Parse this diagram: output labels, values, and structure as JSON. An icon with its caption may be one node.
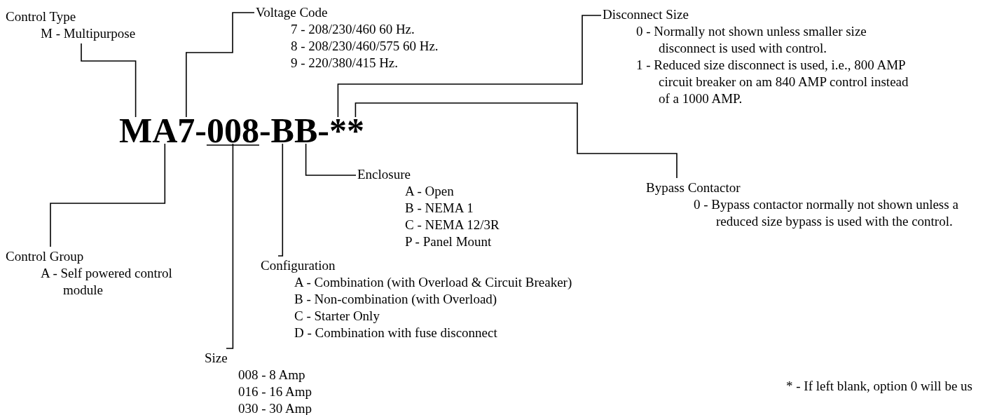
{
  "diagram": {
    "nodes": [
      {
        "text": [
          "Control Type",
          "M - Multipurpose"
        ]
      },
      {
        "text": [
          "Voltage Code",
          "7 - 208/230/460 60 Hz.",
          "8 - 208/230/460/575 60 Hz.",
          "9 - 220/380/415 Hz."
        ]
      },
      {
        "text": [
          "Disconnect Size",
          "0 - Normally not shown unless smaller size disconnect is used with control.",
          "1 - Reduced size disconnect is used, i.e., 800 AMP circuit breaker on am 840 AMP control instead of a 1000 AMP."
        ]
      },
      {
        "text": [
          "MA7-008-BB-**"
        ]
      },
      {
        "text": [
          "Enclosure",
          "A - Open",
          "B - NEMA 1",
          "C - NEMA 12/3R",
          "P - Panel Mount"
        ]
      },
      {
        "text": [
          "Bypass Contactor",
          "0 - Bypass contactor normally not shown unless a reduced size bypass is used with the control."
        ]
      },
      {
        "text": [
          "Control Group",
          "A - Self powered control module"
        ]
      },
      {
        "text": [
          "Configuration",
          "A - Combination (with Overload & Circuit Breaker)",
          "B - Non-combination (with Overload)",
          "C - Starter Only",
          "D - Combination with fuse disconnect"
        ]
      },
      {
        "text": [
          "Size",
          "008 - 8 Amp",
          "016 - 16 Amp",
          "030 - 30 Amp"
        ]
      }
    ],
    "edges": [
      {
        "from": 0,
        "to": 3,
        "arrow": "none"
      },
      {
        "from": 1,
        "to": 3,
        "arrow": "none"
      },
      {
        "from": 2,
        "to": 3,
        "arrow": "none"
      },
      {
        "from": 4,
        "to": 3,
        "arrow": "none"
      },
      {
        "from": 5,
        "to": 3,
        "arrow": "none"
      },
      {
        "from": 6,
        "to": 3,
        "arrow": "none"
      },
      {
        "from": 7,
        "to": 3,
        "arrow": "none"
      },
      {
        "from": 8,
        "to": 3,
        "arrow": "none"
      }
    ],
    "labels": [
      "* - If left blank, option 0 will be us"
    ]
  }
}
